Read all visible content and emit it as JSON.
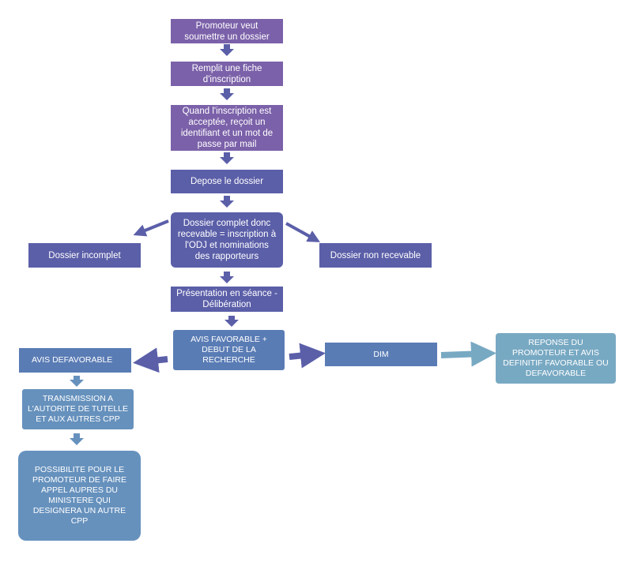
{
  "nodes": {
    "promoteur": "Promoteur veut\nsoumettre un dossier",
    "fiche": "Remplit une fiche\nd'inscription",
    "identifiant": "Quand l'inscription est\nacceptée, reçoit un\nidentifiant et un mot de\npasse par mail",
    "depose": "Depose le dossier",
    "complet": "Dossier complet donc\nrecevable = inscription à\nl'ODJ et nominations\ndes rapporteurs",
    "incomplet": "Dossier incomplet",
    "non_recevable": "Dossier non recevable",
    "presentation": "Présentation en séance -\nDélibération",
    "avis_favorable": "AVIS FAVORABLE +\nDEBUT DE LA\nRECHERCHE",
    "avis_defavorable": "AVIS DEFAVORABLE",
    "dim": "DIM",
    "reponse": "REPONSE DU\nPROMOTEUR ET AVIS\nDEFINITIF FAVORABLE OU\nDEFAVORABLE",
    "transmission": "TRANSMISSION A\nL'AUTORITE DE TUTELLE\nET AUX AUTRES CPP",
    "possibilite": "POSSIBILITE POUR LE\nPROMOTEUR DE FAIRE\nAPPEL  AUPRES DU\nMINISTERE QUI\nDESIGNERA UN AUTRE\nCPP"
  },
  "colors": {
    "purple": "#7b61a9",
    "indigo": "#5b5fa8",
    "blue": "#5a7cb5",
    "steel": "#6691bd",
    "teal": "#78a9c3"
  }
}
